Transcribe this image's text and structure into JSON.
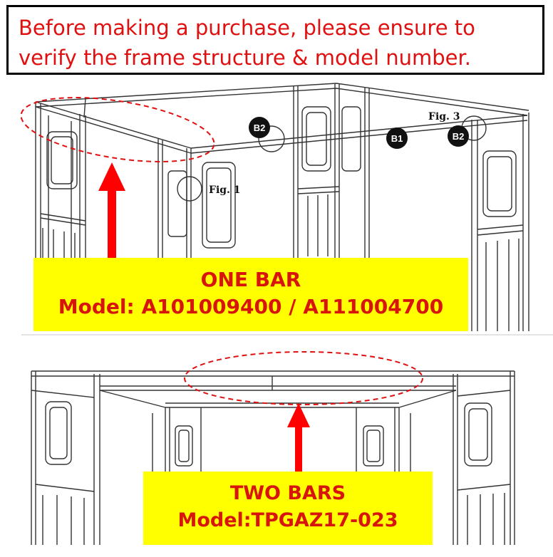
{
  "notice": {
    "line1": "Before making a purchase, please ensure to",
    "line2": "verify the frame structure & model number."
  },
  "top_section": {
    "labels": {
      "b2": "B2",
      "b1": "B1",
      "fig1": "Fig. 1",
      "fig3": "Fig. 3"
    },
    "callout": {
      "title": "ONE BAR",
      "model": "Model: A101009400 / A111004700"
    }
  },
  "bottom_section": {
    "callout": {
      "title": "TWO BARS",
      "model": "Model:TPGAZ17-023"
    }
  },
  "colors": {
    "accent_red": "#e01010",
    "callout_bg": "#ffff00",
    "frame_line": "#333333"
  }
}
